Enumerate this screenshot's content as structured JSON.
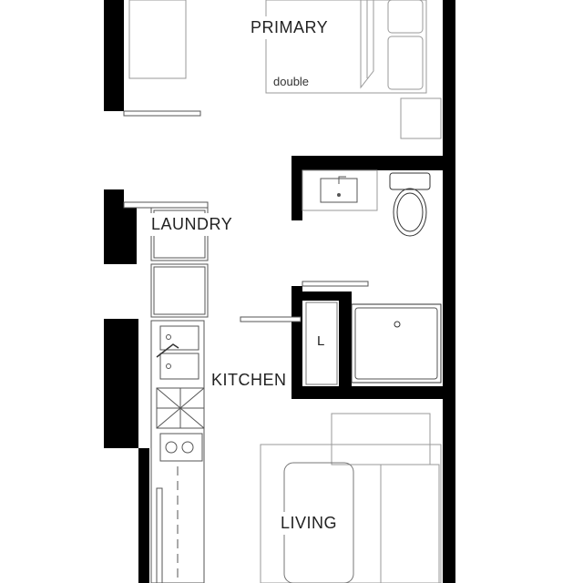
{
  "rooms": {
    "primary": "PRIMARY",
    "laundry": "LAUNDRY",
    "kitchen": "KITCHEN",
    "living": "LIVING"
  },
  "labels": {
    "bed_size": "double",
    "linen": "L"
  },
  "colors": {
    "wall": "#000000",
    "fixture_line": "#999999",
    "background": "#ffffff"
  }
}
